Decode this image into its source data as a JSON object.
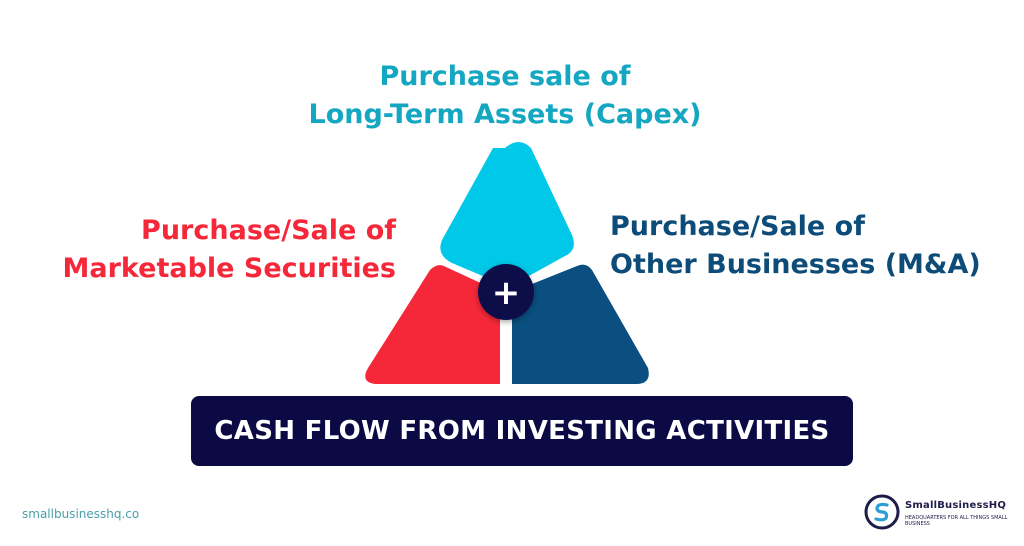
{
  "colors": {
    "top": "#00c8e8",
    "top_text": "#13a7c1",
    "left": "#f5283a",
    "right": "#0a4f7f",
    "right_text": "#0d4c78",
    "center": "#10104a",
    "title_bg": "#0b0a45",
    "url_text": "#4a9fa9"
  },
  "segments": {
    "top": {
      "line1": "Purchase sale of",
      "line2": "Long-Term Assets (Capex)"
    },
    "left": {
      "line1": "Purchase/Sale of",
      "line2": "Marketable Securities"
    },
    "right": {
      "line1": "Purchase/Sale of",
      "line2": "Other Businesses (M&A)"
    }
  },
  "center_symbol": "+",
  "title": "CASH FLOW FROM INVESTING ACTIVITIES",
  "footer": {
    "url": "smallbusinesshq.co",
    "logo_icon": "s-circle-icon",
    "logo_name": "SmallBusinessHQ",
    "logo_tagline": "HEADQUARTERS FOR ALL THINGS SMALL BUSINESS"
  }
}
